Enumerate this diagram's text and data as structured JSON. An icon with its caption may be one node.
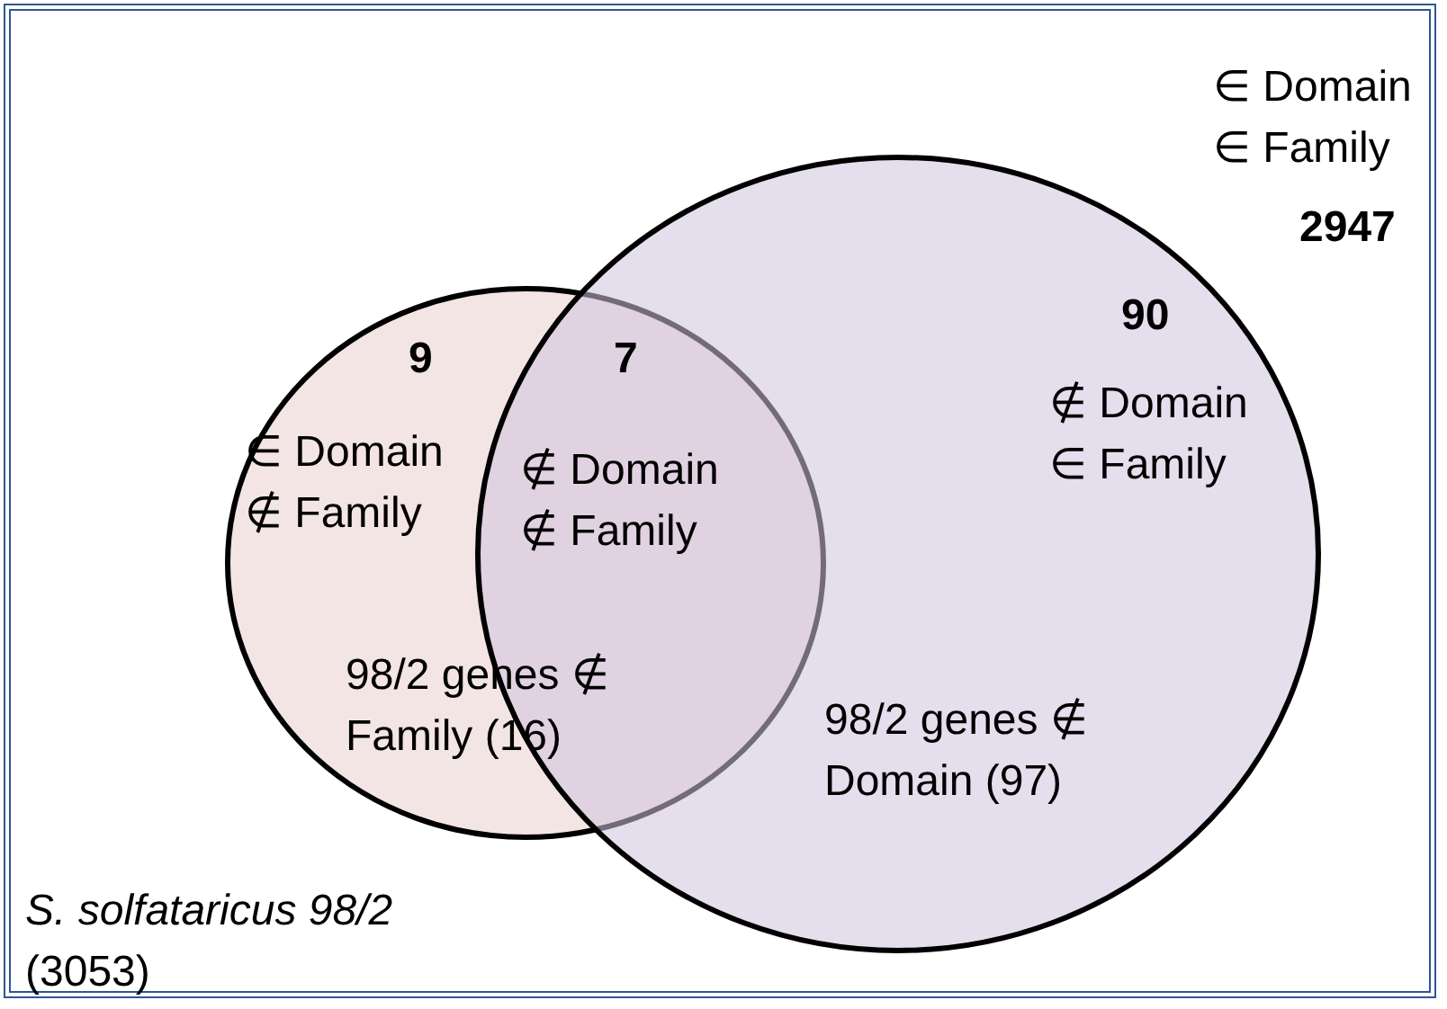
{
  "diagram": {
    "nodes": [
      {
        "text": [
          "∈ Domain ∈ Family",
          "2947",
          "*S. solfataricus 98/2* (3053)"
        ]
      },
      {
        "text": [
          "98/2 genes ∉ Family (16)"
        ],
        "in": 0
      },
      {
        "text": [
          "98/2 genes ∉ Domain (97)"
        ],
        "in": 0
      }
    ],
    "edges": [],
    "labels": [
      "90",
      "9",
      "7",
      "∉ Domain ∈ Family",
      "∈ Domain ∉ Family",
      "∉ Domain ∉ Family"
    ]
  }
}
